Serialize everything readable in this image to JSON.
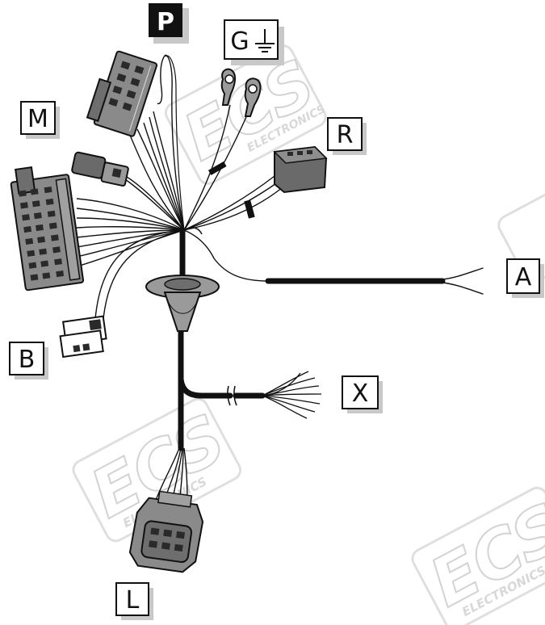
{
  "labels": {
    "P": "P",
    "G": "G",
    "M": "M",
    "R": "R",
    "A": "A",
    "B": "B",
    "X": "X",
    "L": "L"
  },
  "watermark": {
    "brand": "ECS",
    "subtitle": "ELECTRONICS"
  },
  "colors": {
    "wire": "#111111",
    "connector_fill": "#8a8a8a",
    "connector_dark": "#5e5e5e",
    "grommet": "#9a9a9a",
    "label_shadow": "#c8c8c8",
    "watermark": "#d8d8d8"
  }
}
